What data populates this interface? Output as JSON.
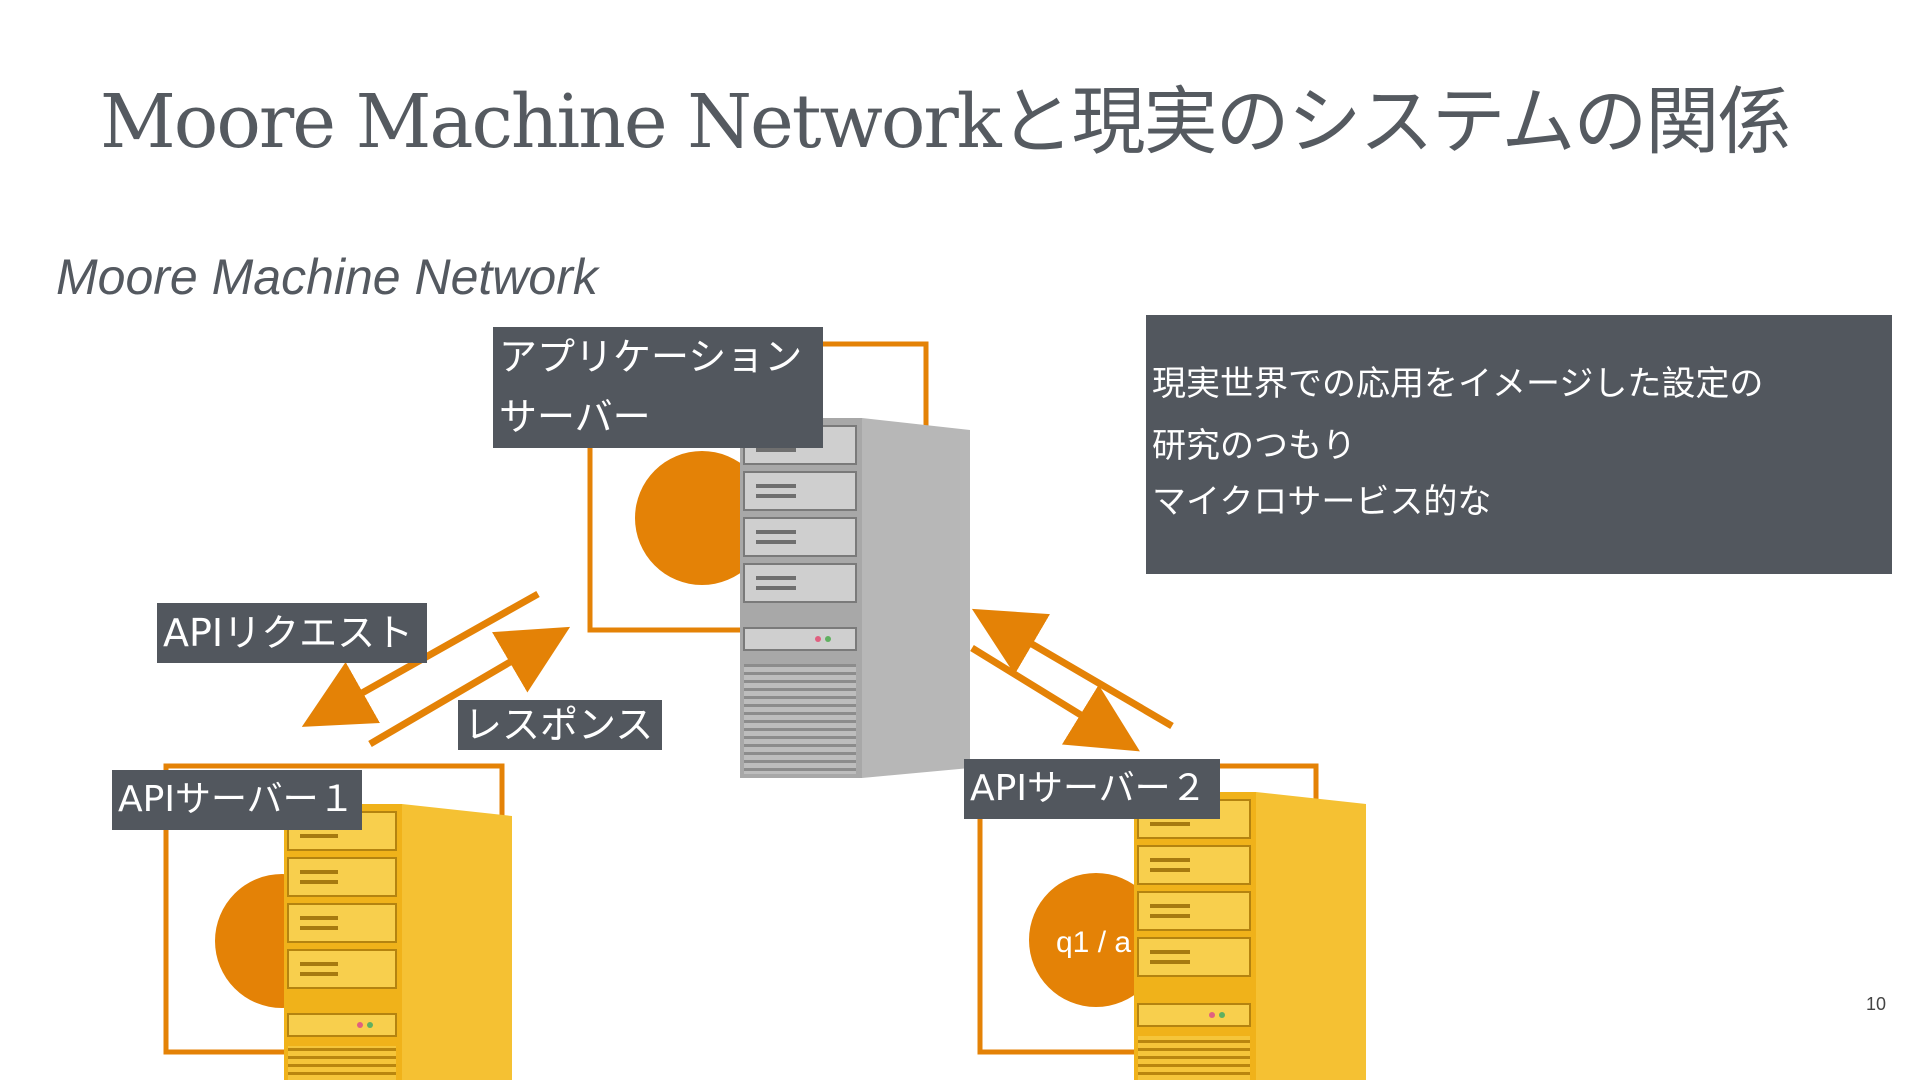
{
  "slide": {
    "title": "Moore Machine Networkと現実のシステムの関係",
    "subtitle": "Moore Machine Network",
    "page_number": "10"
  },
  "nodes": {
    "app_server": {
      "label_line1": "アプリケーション",
      "label_line2": "サーバー"
    },
    "api_server_1": {
      "label": "APIサーバー１"
    },
    "api_server_2": {
      "label": "APIサーバー２",
      "state_text": "q1 / a"
    }
  },
  "edges": {
    "request_label": "APIリクエスト",
    "response_label": "レスポンス"
  },
  "note": {
    "lines": [
      "現実世界での応用をイメージした設定の",
      "研究のつもり",
      "マイクロサービス的な"
    ]
  },
  "colors": {
    "accent_orange": "#e48206",
    "label_bg": "#52575e",
    "server_gray": "#a9a9a9",
    "server_yellow": "#f2b51e"
  },
  "icons": {
    "server_gray": "server-tower-icon",
    "server_yellow": "server-tower-icon"
  }
}
